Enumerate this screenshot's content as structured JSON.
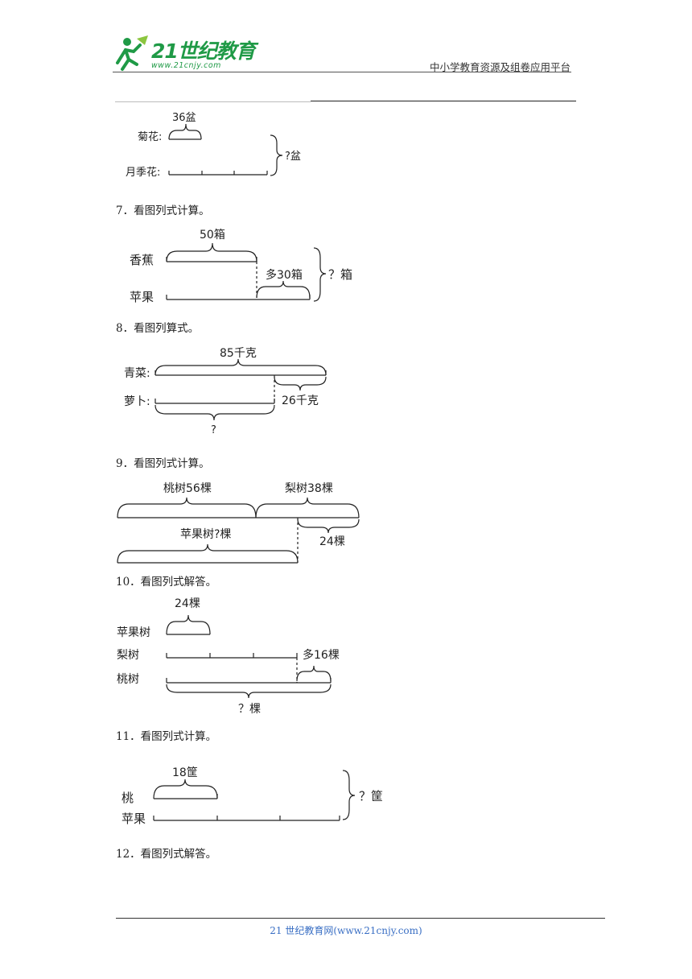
{
  "header": {
    "logo_text": "21世纪教育",
    "logo_url": "www.21cnjy.com",
    "right_text": "中小学教育资源及组卷应用平台"
  },
  "figures": {
    "fig6": {
      "label_top": "36盆",
      "row1": "菊花:",
      "row2": "月季花:",
      "total": "?盆"
    },
    "fig7": {
      "label_top": "50箱",
      "row1": "香蕉",
      "row2": "苹果",
      "diff": "多30箱",
      "total": "？箱"
    },
    "fig8": {
      "label_top": "85千克",
      "row1": "青菜:",
      "row2": "萝卜:",
      "diff": "26千克",
      "bottom": "?"
    },
    "fig9": {
      "label_a": "桃树56棵",
      "label_b": "梨树38棵",
      "label_total": "苹果树?棵",
      "diff": "24棵"
    },
    "fig10": {
      "label_top": "24棵",
      "row1": "苹果树",
      "row2": "梨树",
      "row3": "桃树",
      "diff": "多16棵",
      "bottom": "？棵"
    },
    "fig11": {
      "label_top": "18筐",
      "row1": "桃",
      "row2": "苹果",
      "total": "？筐"
    }
  },
  "questions": {
    "q7": "7．看图列式计算。",
    "q8": "8．看图列算式。",
    "q9": "9．看图列式计算。",
    "q10": "10．看图列式解答。",
    "q11": "11．看图列式计算。",
    "q12": "12．看图列式解答。"
  },
  "footer": {
    "text": "21 世纪教育网(www.21cnjy.com)"
  }
}
